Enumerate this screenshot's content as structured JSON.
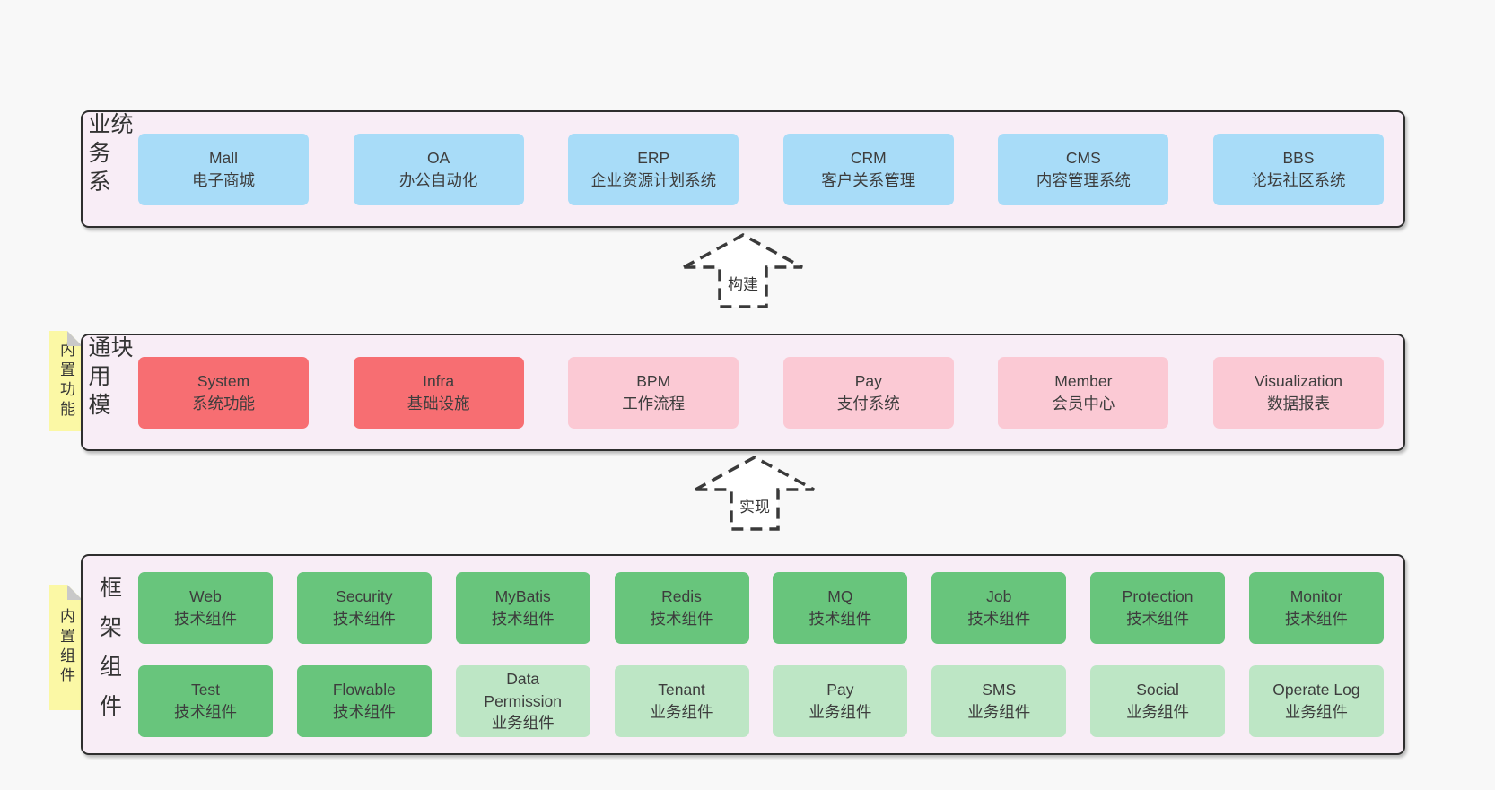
{
  "colors": {
    "page_bg": "#f8f8f8",
    "layer_bg": "#f8edf6",
    "layer_border": "#2e2e2e",
    "blue": "#a8dcf8",
    "red": "#f76e72",
    "pink": "#fbc9d4",
    "green": "#68c57c",
    "light_green": "#bde6c5",
    "sticky_yellow": "#fbf8a5",
    "text": "#3d3d3d"
  },
  "layers": {
    "business": {
      "label": "业务系统",
      "boxes": [
        {
          "en": "Mall",
          "zh": "电子商城"
        },
        {
          "en": "OA",
          "zh": "办公自动化"
        },
        {
          "en": "ERP",
          "zh": "企业资源计划系统"
        },
        {
          "en": "CRM",
          "zh": "客户关系管理"
        },
        {
          "en": "CMS",
          "zh": "内容管理系统"
        },
        {
          "en": "BBS",
          "zh": "论坛社区系统"
        }
      ]
    },
    "modules": {
      "label": "通用模块",
      "sticky": "内置功能",
      "boxes": [
        {
          "en": "System",
          "zh": "系统功能"
        },
        {
          "en": "Infra",
          "zh": "基础设施"
        },
        {
          "en": "BPM",
          "zh": "工作流程"
        },
        {
          "en": "Pay",
          "zh": "支付系统"
        },
        {
          "en": "Member",
          "zh": "会员中心"
        },
        {
          "en": "Visualization",
          "zh": "数据报表"
        }
      ]
    },
    "components": {
      "label": "框架组件",
      "sticky": "内置组件",
      "row1": [
        {
          "en": "Web",
          "zh": "技术组件"
        },
        {
          "en": "Security",
          "zh": "技术组件"
        },
        {
          "en": "MyBatis",
          "zh": "技术组件"
        },
        {
          "en": "Redis",
          "zh": "技术组件"
        },
        {
          "en": "MQ",
          "zh": "技术组件"
        },
        {
          "en": "Job",
          "zh": "技术组件"
        },
        {
          "en": "Protection",
          "zh": "技术组件"
        },
        {
          "en": "Monitor",
          "zh": "技术组件"
        }
      ],
      "row2": [
        {
          "en": "Test",
          "zh": "技术组件"
        },
        {
          "en": "Flowable",
          "zh": "技术组件"
        },
        {
          "en": "Data\nPermission",
          "zh": "业务组件"
        },
        {
          "en": "Tenant",
          "zh": "业务组件"
        },
        {
          "en": "Pay",
          "zh": "业务组件"
        },
        {
          "en": "SMS",
          "zh": "业务组件"
        },
        {
          "en": "Social",
          "zh": "业务组件"
        },
        {
          "en": "Operate Log",
          "zh": "业务组件"
        }
      ]
    }
  },
  "arrows": {
    "build": {
      "label": "构建"
    },
    "implement": {
      "label": "实现"
    }
  }
}
